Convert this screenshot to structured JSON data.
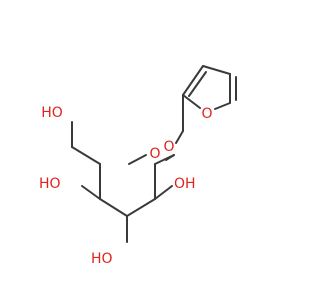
{
  "molecule": {
    "labels": {
      "hydroxymethyl_oh": "HO",
      "ring_oxygen": "O",
      "ether_oxygen": "O",
      "furan_oxygen": "O",
      "oh_left": "HO",
      "oh_right": "OH",
      "oh_bottom": "HO"
    },
    "colors": {
      "bond": "#3a3a3a",
      "oxygen": "#e0231c",
      "background": "#ffffff"
    }
  }
}
